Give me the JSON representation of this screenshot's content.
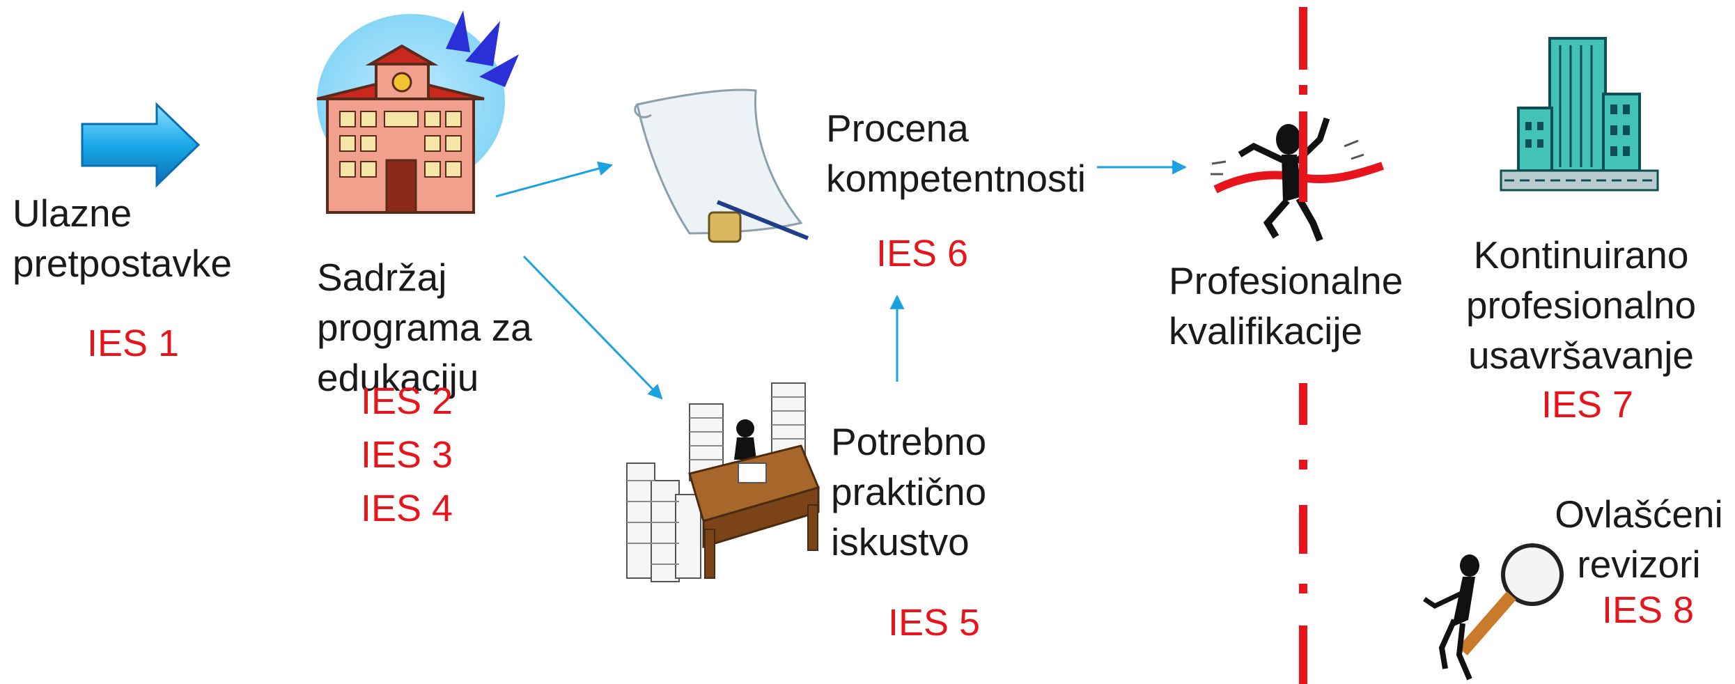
{
  "nodes": {
    "inputs": {
      "label": "Ulazne\npretpostavke",
      "standard": "IES 1"
    },
    "education": {
      "label": "Sadržaj\nprograma za\nedukaciju",
      "standards": [
        "IES 2",
        "IES 3",
        "IES 4"
      ]
    },
    "assessment": {
      "label": "Procena\nkompetentnosti",
      "standard": "IES 6"
    },
    "experience": {
      "label": "Potrebno\npraktično\niskustvo",
      "standard": "IES 5"
    },
    "qualification": {
      "label": "Profesionalne\nkvalifikacije"
    },
    "cpd": {
      "label": "Kontinuirano\nprofesionalno\nusavršavanje",
      "standard": "IES 7"
    },
    "auditors": {
      "label": "Ovlašćeni\nrevizori",
      "standard": "IES 8"
    }
  },
  "icons": [
    "right-arrow-icon",
    "school-building-icon",
    "scroll-quill-icon",
    "desk-papers-icon",
    "finish-line-runner-icon",
    "office-tower-icon",
    "magnifier-person-icon"
  ],
  "colors": {
    "text": "#1a1a1a",
    "standard": "#e8141b",
    "arrow": "#1aa3e0",
    "divider": "#e8141b"
  }
}
